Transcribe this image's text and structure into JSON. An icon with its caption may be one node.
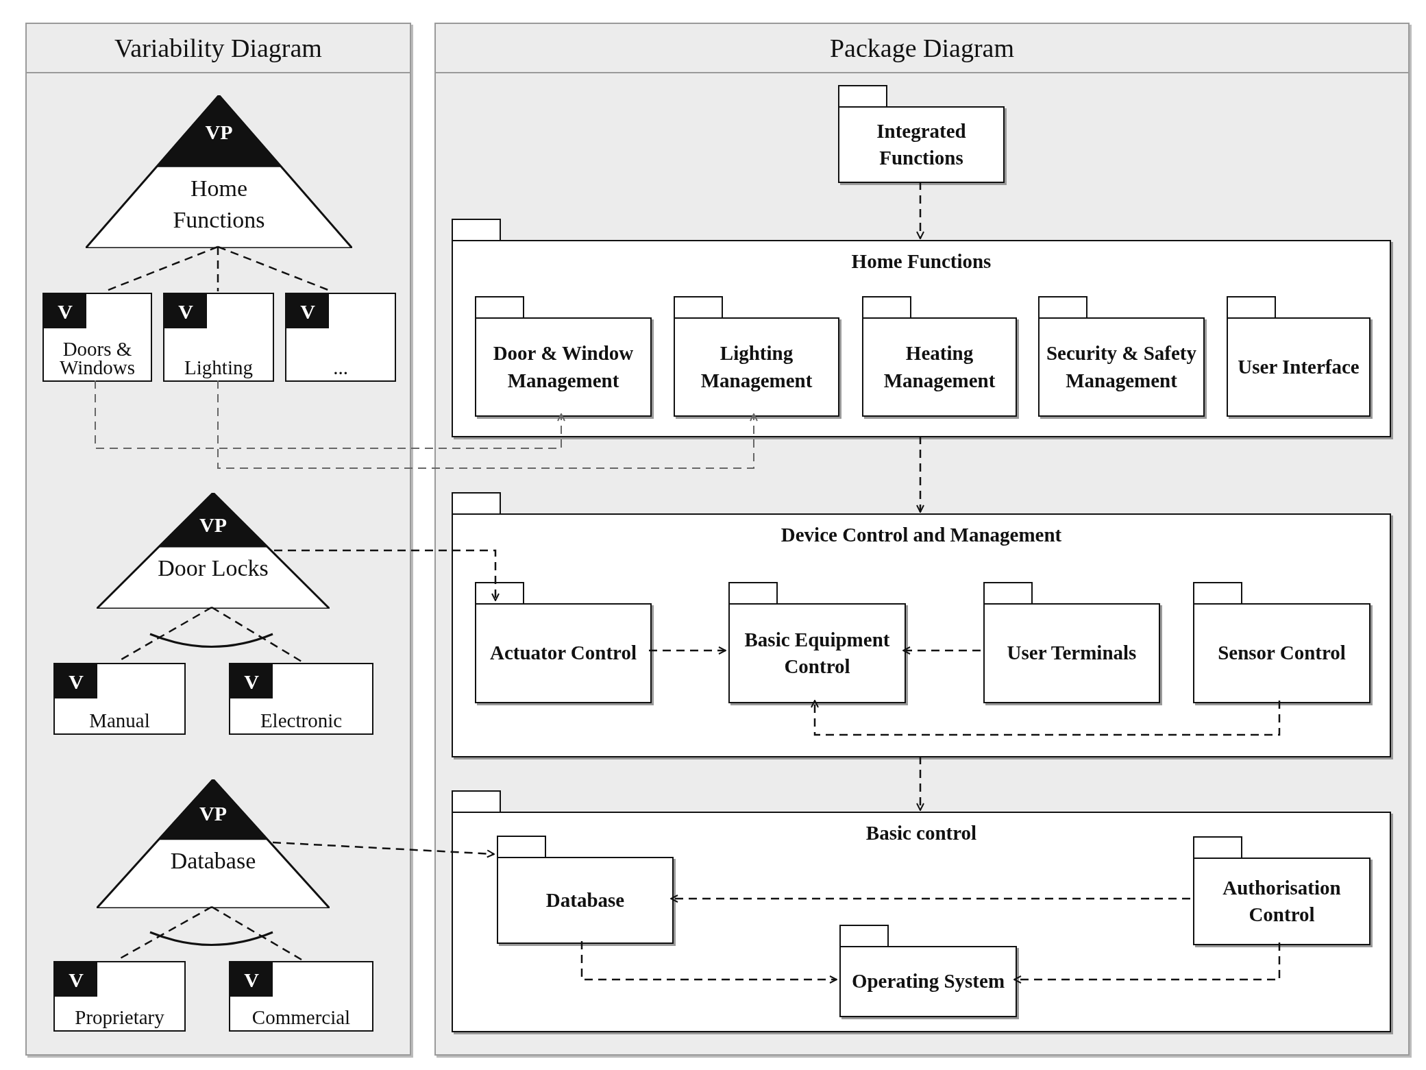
{
  "diagram": {
    "nodes": [
      {
        "text": [
          "Variability Diagram"
        ]
      },
      {
        "text": [
          "Package Diagram"
        ]
      },
      {
        "text": [
          "VP",
          "Home Functions"
        ],
        "in": 0
      },
      {
        "text": [
          "V",
          "Doors & Windows"
        ],
        "in": 0
      },
      {
        "text": [
          "V",
          "Lighting"
        ],
        "in": 0
      },
      {
        "text": [
          "V",
          "..."
        ],
        "in": 0
      },
      {
        "text": [
          "VP",
          "Door Locks"
        ],
        "in": 0
      },
      {
        "text": [
          "V",
          "Manual"
        ],
        "in": 0
      },
      {
        "text": [
          "V",
          "Electronic"
        ],
        "in": 0
      },
      {
        "text": [
          "VP",
          "Database"
        ],
        "in": 0
      },
      {
        "text": [
          "V",
          "Proprietary"
        ],
        "in": 0
      },
      {
        "text": [
          "V",
          "Commercial"
        ],
        "in": 0
      },
      {
        "text": [
          "Integrated Functions"
        ],
        "in": 1
      },
      {
        "text": [
          "Home Functions"
        ],
        "in": 1
      },
      {
        "text": [
          "Door & Window Management"
        ],
        "in": 13
      },
      {
        "text": [
          "Lighting Management"
        ],
        "in": 13
      },
      {
        "text": [
          "Heating Management"
        ],
        "in": 13
      },
      {
        "text": [
          "Security & Safety Management"
        ],
        "in": 13
      },
      {
        "text": [
          "User Interface"
        ],
        "in": 13
      },
      {
        "text": [
          "Device Control and Management"
        ],
        "in": 1
      },
      {
        "text": [
          "Actuator Control"
        ],
        "in": 19
      },
      {
        "text": [
          "Basic Equipment Control"
        ],
        "in": 19
      },
      {
        "text": [
          "User Terminals"
        ],
        "in": 19
      },
      {
        "text": [
          "Sensor Control"
        ],
        "in": 19
      },
      {
        "text": [
          "Basic control"
        ],
        "in": 1
      },
      {
        "text": [
          "Database"
        ],
        "in": 24
      },
      {
        "text": [
          "Authorisation Control"
        ],
        "in": 24
      },
      {
        "text": [
          "Operating System"
        ],
        "in": 24
      }
    ],
    "edges": [
      {
        "from": 2,
        "to": 3,
        "arrow": "none",
        "style": "dashed"
      },
      {
        "from": 2,
        "to": 4,
        "arrow": "none",
        "style": "dashed"
      },
      {
        "from": 2,
        "to": 5,
        "arrow": "none",
        "style": "dashed"
      },
      {
        "from": 6,
        "to": 7,
        "arrow": "none",
        "style": "dashed"
      },
      {
        "from": 6,
        "to": 8,
        "arrow": "none",
        "style": "dashed"
      },
      {
        "from": 9,
        "to": 10,
        "arrow": "none",
        "style": "dashed"
      },
      {
        "from": 9,
        "to": 11,
        "arrow": "none",
        "style": "dashed"
      },
      {
        "from": 3,
        "to": 14,
        "arrow": "to",
        "style": "dashed",
        "color": "#666666"
      },
      {
        "from": 4,
        "to": 15,
        "arrow": "to",
        "style": "dashed",
        "color": "#666666"
      },
      {
        "from": 6,
        "to": 20,
        "arrow": "to",
        "style": "dashed"
      },
      {
        "from": 9,
        "to": 25,
        "arrow": "to",
        "style": "dashed"
      },
      {
        "from": 12,
        "to": 13,
        "arrow": "to",
        "style": "dashed"
      },
      {
        "from": 13,
        "to": 19,
        "arrow": "to",
        "style": "dashed"
      },
      {
        "from": 19,
        "to": 24,
        "arrow": "to",
        "style": "dashed"
      },
      {
        "from": 20,
        "to": 21,
        "arrow": "to",
        "style": "dashed"
      },
      {
        "from": 22,
        "to": 21,
        "arrow": "to",
        "style": "dashed"
      },
      {
        "from": 23,
        "to": 21,
        "arrow": "to",
        "style": "dashed"
      },
      {
        "from": 26,
        "to": 25,
        "arrow": "to",
        "style": "dashed"
      },
      {
        "from": 25,
        "to": 27,
        "arrow": "to",
        "style": "dashed"
      },
      {
        "from": 26,
        "to": 27,
        "arrow": "to",
        "style": "dashed"
      }
    ]
  }
}
